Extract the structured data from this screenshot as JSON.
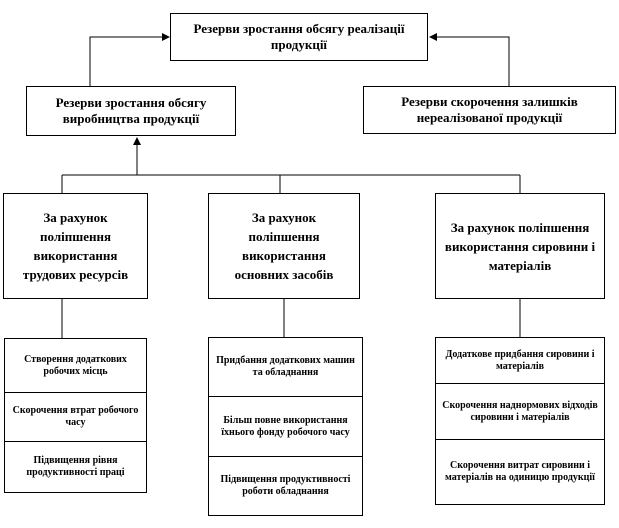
{
  "top": {
    "label": "Резерви зростання обсягу реалізації продукції"
  },
  "middle": [
    {
      "label": "Резерви зростання обсягу виробництва продукції"
    },
    {
      "label": "Резерви скорочення залишків нереалізованої продукції"
    }
  ],
  "ways": [
    {
      "label": "За рахунок поліпшення використання трудових ресурсів"
    },
    {
      "label": "За рахунок поліпшення використання основних засобів"
    },
    {
      "label": "За рахунок поліпшення використання сировини і матеріалів"
    }
  ],
  "labour": [
    {
      "label": "Створення додаткових робочих місць"
    },
    {
      "label": "Скорочення втрат робочого часу"
    },
    {
      "label": "Підвищення рівня продуктивності праці"
    }
  ],
  "assets": [
    {
      "label": "Придбання додаткових машин та обладнання"
    },
    {
      "label": "Більш повне використання їхнього фонду робочого часу"
    },
    {
      "label": "Підвищення продуктивності роботи обладнання"
    }
  ],
  "materials": [
    {
      "label": "Додаткове придбання сировини і матеріалів"
    },
    {
      "label": "Скорочення наднормових відходів сировини і матеріалів"
    },
    {
      "label": "Скорочення витрат сировини і матеріалів на одиницю продукції"
    }
  ]
}
